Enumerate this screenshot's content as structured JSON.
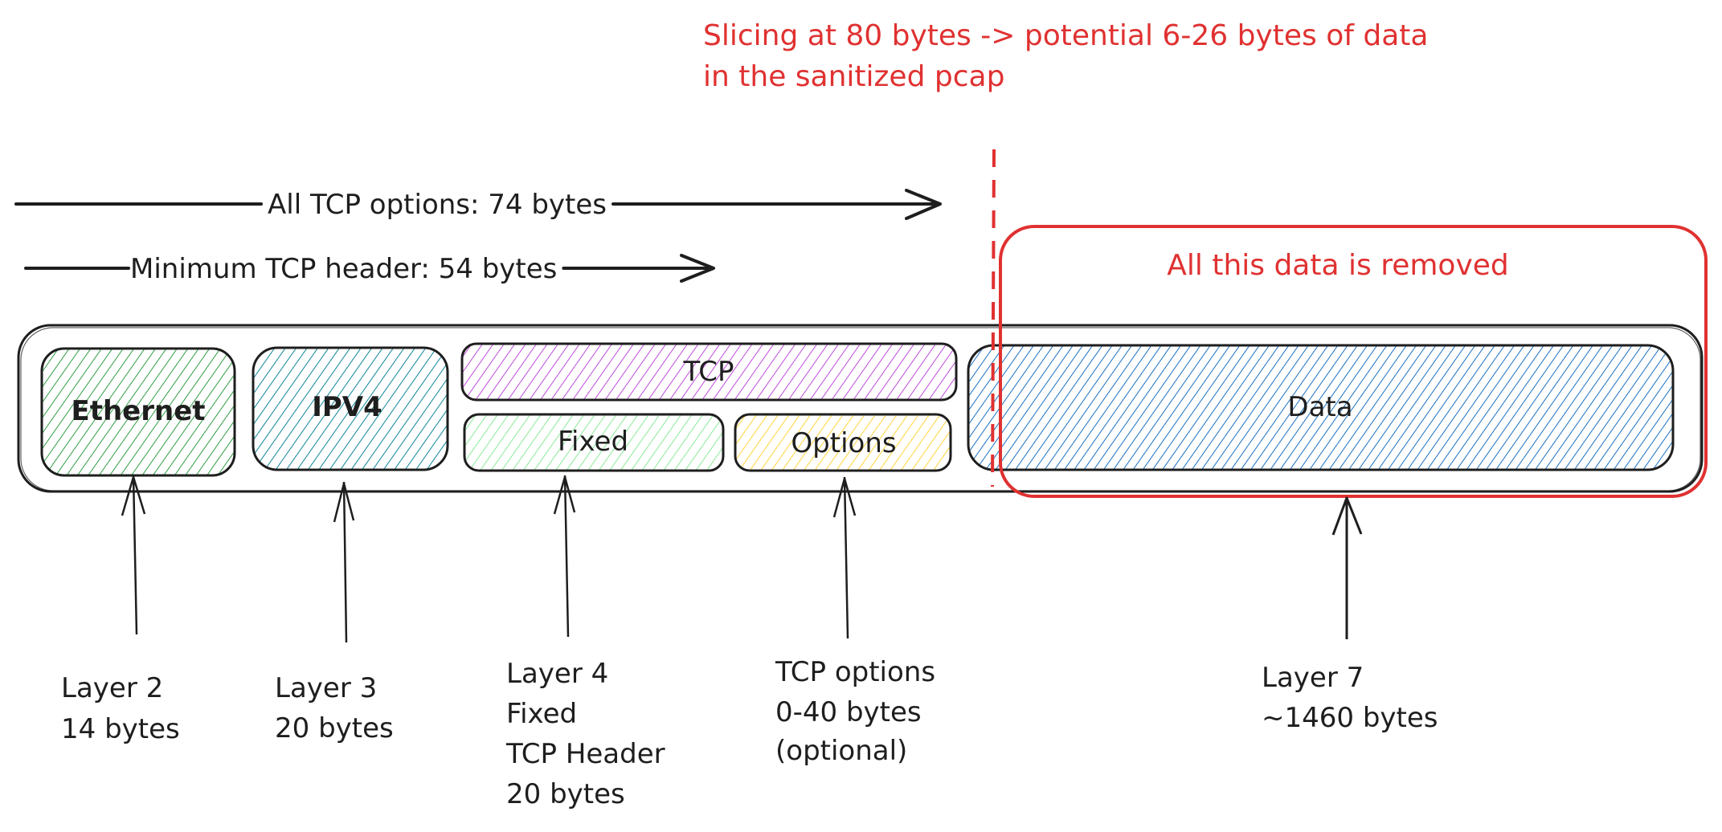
{
  "annotation": {
    "slicing_note_lines": [
      "Slicing at 80 bytes -> potential 6-26 bytes of data",
      "in the sanitized pcap"
    ],
    "removed_label": "All this data is removed",
    "color": "#e03131"
  },
  "span_arrows": [
    {
      "id": "all-tcp-options",
      "label": "All TCP options: 74 bytes"
    },
    {
      "id": "minimum-tcp-header",
      "label": "Minimum TCP header: 54 bytes"
    }
  ],
  "segments": [
    {
      "id": "ethernet",
      "label": "Ethernet",
      "color": "#2f9e44"
    },
    {
      "id": "ipv4",
      "label": "IPV4",
      "color": "#0c8599"
    },
    {
      "id": "tcp",
      "label": "TCP",
      "color": "#9c36b5"
    },
    {
      "id": "fixed",
      "label": "Fixed",
      "color": "#8ce99a"
    },
    {
      "id": "options",
      "label": "Options",
      "color": "#ffd43b"
    },
    {
      "id": "data",
      "label": "Data",
      "color": "#1971c2"
    }
  ],
  "callouts": [
    {
      "id": "layer2",
      "lines": [
        "Layer 2",
        "14 bytes"
      ]
    },
    {
      "id": "layer3",
      "lines": [
        "Layer 3",
        "20 bytes"
      ]
    },
    {
      "id": "layer4",
      "lines": [
        "Layer 4",
        "Fixed",
        "TCP Header",
        "20 bytes"
      ]
    },
    {
      "id": "tcp-options",
      "lines": [
        "TCP options",
        "0-40 bytes",
        "(optional)"
      ]
    },
    {
      "id": "layer7",
      "lines": [
        "Layer 7",
        "~1460 bytes"
      ]
    }
  ]
}
